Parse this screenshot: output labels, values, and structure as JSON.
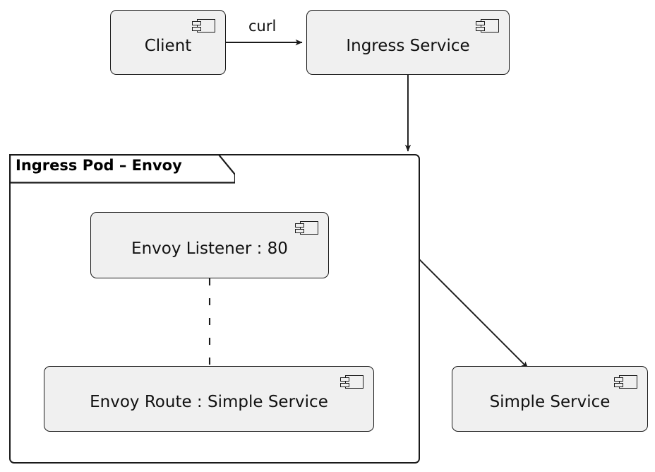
{
  "diagram": {
    "type": "uml-component-diagram",
    "background": "#ffffff",
    "stroke_color": "#1a1a1a",
    "component_fill": "#f0f0f0"
  },
  "components": [
    {
      "id": "client",
      "label": "Client",
      "icon": "uml-component-icon"
    },
    {
      "id": "ingress-service",
      "label": "Ingress Service",
      "icon": "uml-component-icon"
    },
    {
      "id": "envoy-listener",
      "label": "Envoy Listener : 80",
      "icon": "uml-component-icon"
    },
    {
      "id": "envoy-route",
      "label": "Envoy Route : Simple Service",
      "icon": "uml-component-icon"
    },
    {
      "id": "simple-service",
      "label": "Simple Service",
      "icon": "uml-component-icon"
    }
  ],
  "package": {
    "id": "ingress-pod",
    "label": "Ingress Pod – Envoy"
  },
  "connectors": [
    {
      "id": "client-to-ingress",
      "label": "curl",
      "style": "solid",
      "arrow": "open"
    },
    {
      "id": "ingress-to-pod",
      "label": "",
      "style": "solid",
      "arrow": "open"
    },
    {
      "id": "listener-to-route",
      "label": "",
      "style": "dashed",
      "arrow": "none"
    },
    {
      "id": "pod-to-simple-service",
      "label": "",
      "style": "solid",
      "arrow": "open"
    }
  ]
}
